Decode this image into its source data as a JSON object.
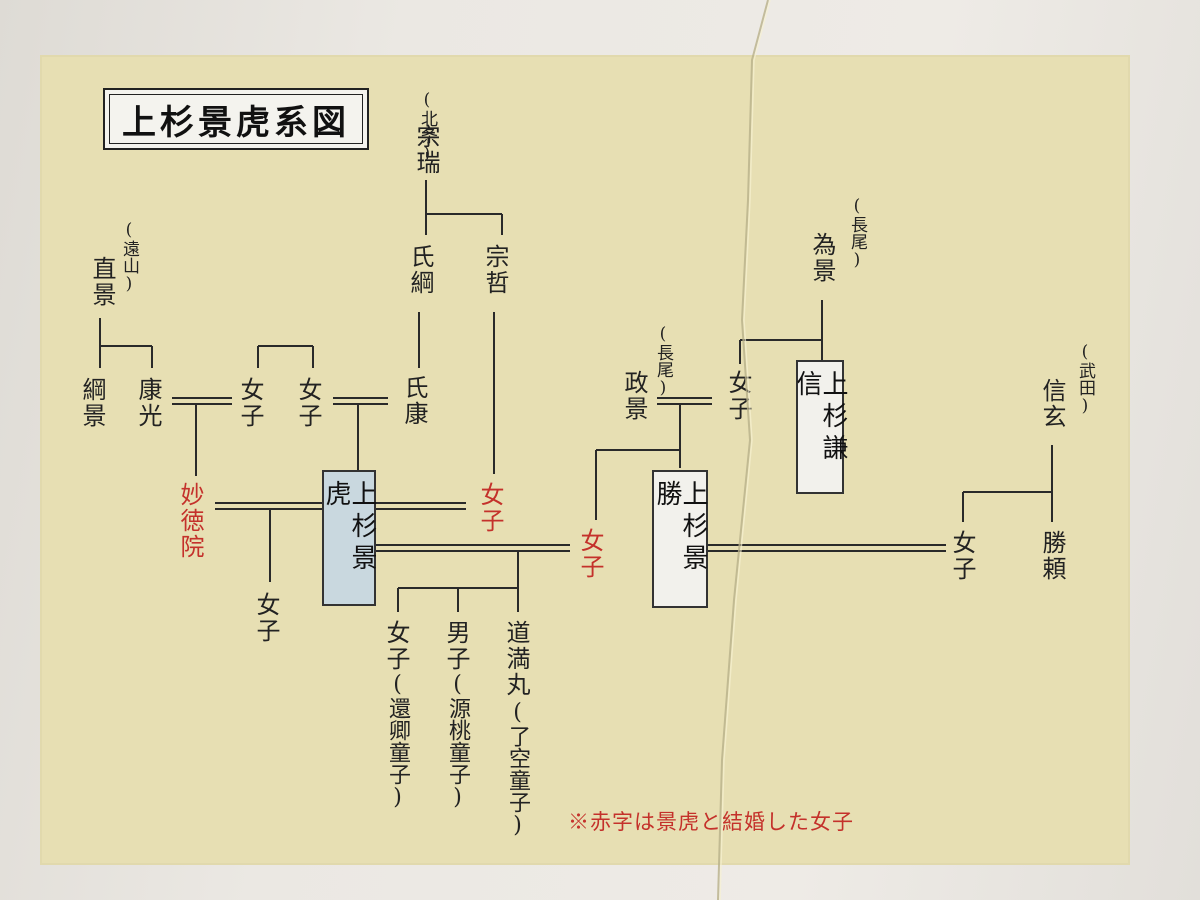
{
  "title": "上杉景虎系図",
  "note": "※赤字は景虎と結婚した女子",
  "colors": {
    "panel": "#e7dfb3",
    "line": "#2a2a2a",
    "highlight_red": "#c4312b",
    "kagetora_box": "#c9d8df"
  },
  "people": {
    "hojo_clan": "(北条)",
    "soui": "宗瑞",
    "ujitsuna": "氏綱",
    "sotetsu": "宗哲",
    "ujiyasu": "氏康",
    "toyama_clan": "(遠山)",
    "naokage": "直景",
    "tsunakage": "綱景",
    "yasumitsu": "康光",
    "myotokuin": "妙徳院",
    "daughter_a": "女子",
    "daughter_b": "女子",
    "sotetsu_daughter": "女子",
    "kagetora": "上杉景虎",
    "kagetora_daughter": "女子",
    "child_girl": "女子",
    "child_girl_name": "(還卿童子)",
    "child_boy": "男子",
    "child_boy_name": "(源桃童子)",
    "domanmaru": "道満丸",
    "domanmaru_name": "(了空童子)",
    "nagao_clan_1": "(長尾)",
    "masakage": "政景",
    "masakage_daughter": "女子",
    "nagao_clan_2": "(長尾)",
    "tamekage": "為景",
    "tamekage_daughter": "女子",
    "kenshin": "上杉謙信",
    "kagekatsu": "上杉景勝",
    "takeda_clan": "(武田)",
    "shingen": "信玄",
    "shingen_daughter": "女子",
    "katsuyori": "勝頼"
  }
}
